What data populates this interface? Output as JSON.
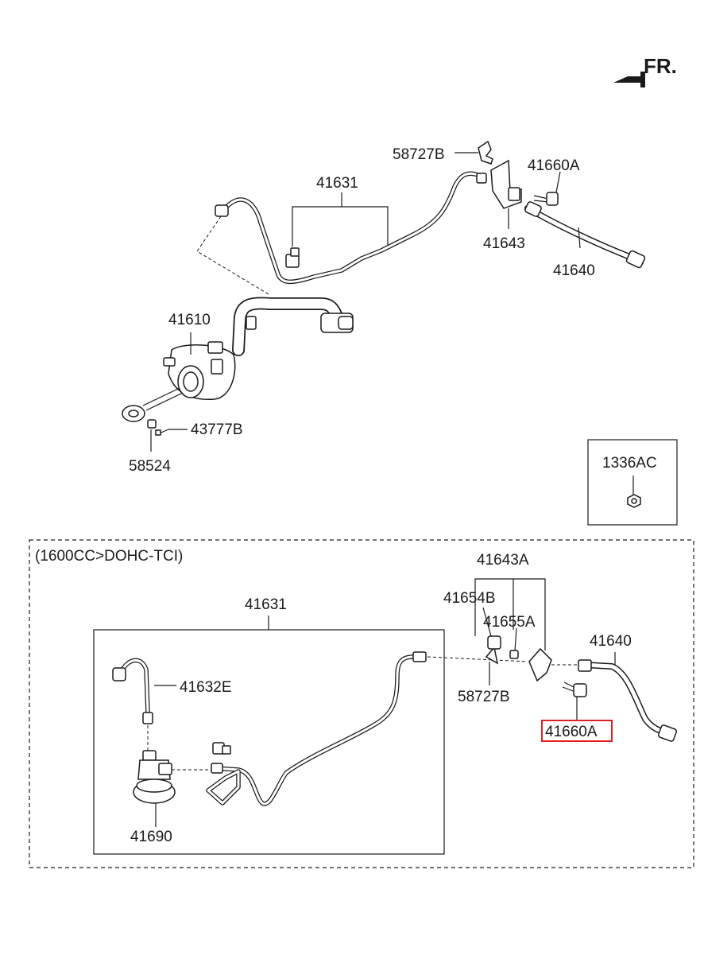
{
  "direction_label": "FR.",
  "variant_label": "(1600CC>DOHC-TCI)",
  "parts": {
    "p58727B_top": "58727B",
    "p41660A_top": "41660A",
    "p41631_top": "41631",
    "p41643": "41643",
    "p41640_top": "41640",
    "p41610": "41610",
    "p43777B": "43777B",
    "p58524": "58524",
    "p1336AC": "1336AC",
    "p41643A": "41643A",
    "p41654B": "41654B",
    "p41655A": "41655A",
    "p41631_bottom": "41631",
    "p41640_bottom": "41640",
    "p41632E": "41632E",
    "p58727B_bottom": "58727B",
    "p41660A_bottom": "41660A",
    "p41690": "41690"
  },
  "highlight": {
    "part": "41660A",
    "color": "#e02020"
  }
}
